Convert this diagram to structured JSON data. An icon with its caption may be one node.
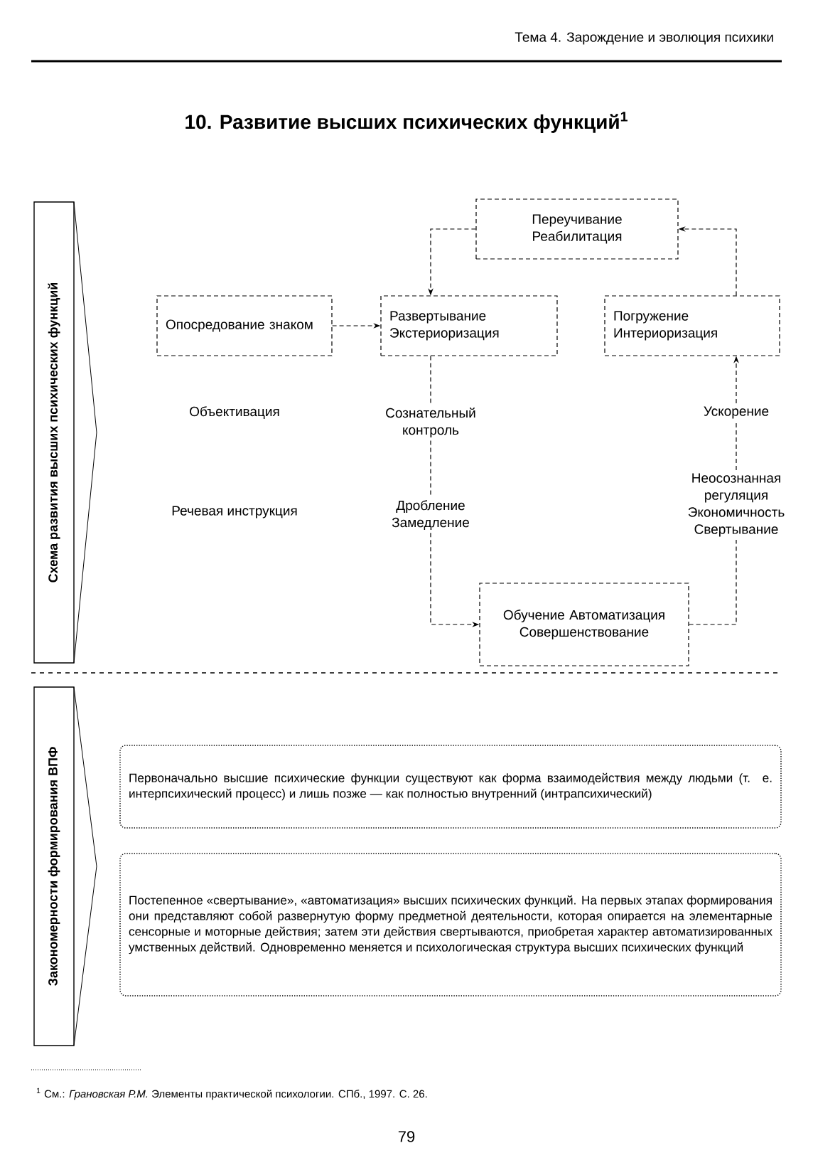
{
  "diagram": {
    "title": "10. Развитие высших психических функций$^{1}$",
    "nodes": [
      {
        "text": [
          "Схема развития высших психических функций"
        ]
      },
      {
        "text": [
          "Опосредование знаком"
        ]
      },
      {
        "text": [
          "Развертывание Экстериоризация"
        ]
      },
      {
        "text": [
          "Переучивание Реабилитация"
        ]
      },
      {
        "text": [
          "Погружение Интериоризация"
        ]
      },
      {
        "text": [
          "Обучение Автоматизация Совершенствование"
        ]
      },
      {
        "text": [
          "Сознательный контроль"
        ]
      },
      {
        "text": [
          "Дробление Замедление"
        ]
      },
      {
        "text": [
          "Ускорение"
        ]
      },
      {
        "text": [
          "Неосознанная регуляция Экономичность Свертывание"
        ]
      },
      {
        "text": [
          "Закономерности формирования ВПФ"
        ]
      },
      {
        "text": [
          "Первоначально высшие психические функции существуют как форма взаимодействия между людьми (т. е. интерпсихический процесс) и лишь позже — как полностью внутренний (интрапсихический)"
        ]
      },
      {
        "text": [
          "Постепенное «свертывание», «автоматизация» высших психических функций. На первых этапах формирования они представляют собой развернутую форму предметной деятельности, которая опирается на элементарные сенсорные и моторные действия; затем эти действия свертываются, приобретая характер автоматизированных умственных действий. Одновременно меняется и психологическая структура высших психических функций"
        ]
      }
    ],
    "edges": [
      {
        "from": 1,
        "to": 2,
        "arrow": "to"
      },
      {
        "from": 3,
        "to": 2,
        "arrow": "to"
      },
      {
        "from": 4,
        "to": 3,
        "arrow": "to"
      },
      {
        "from": 2,
        "to": 6,
        "arrow": "none"
      },
      {
        "from": 6,
        "to": 7,
        "arrow": "none"
      },
      {
        "from": 7,
        "to": 5,
        "arrow": "to"
      },
      {
        "from": 5,
        "to": 9,
        "arrow": "none"
      },
      {
        "from": 9,
        "to": 8,
        "arrow": "none"
      },
      {
        "from": 8,
        "to": 4,
        "arrow": "to"
      }
    ],
    "labels": [
      "Тема 4. Зарождение и эволюция психики",
      "Объективация",
      "Речевая инструкция",
      "$^{1}$ См.: *Грановская Р.М.* Элементы практической психологии. СПб., 1997. С. 26.",
      "79"
    ]
  }
}
